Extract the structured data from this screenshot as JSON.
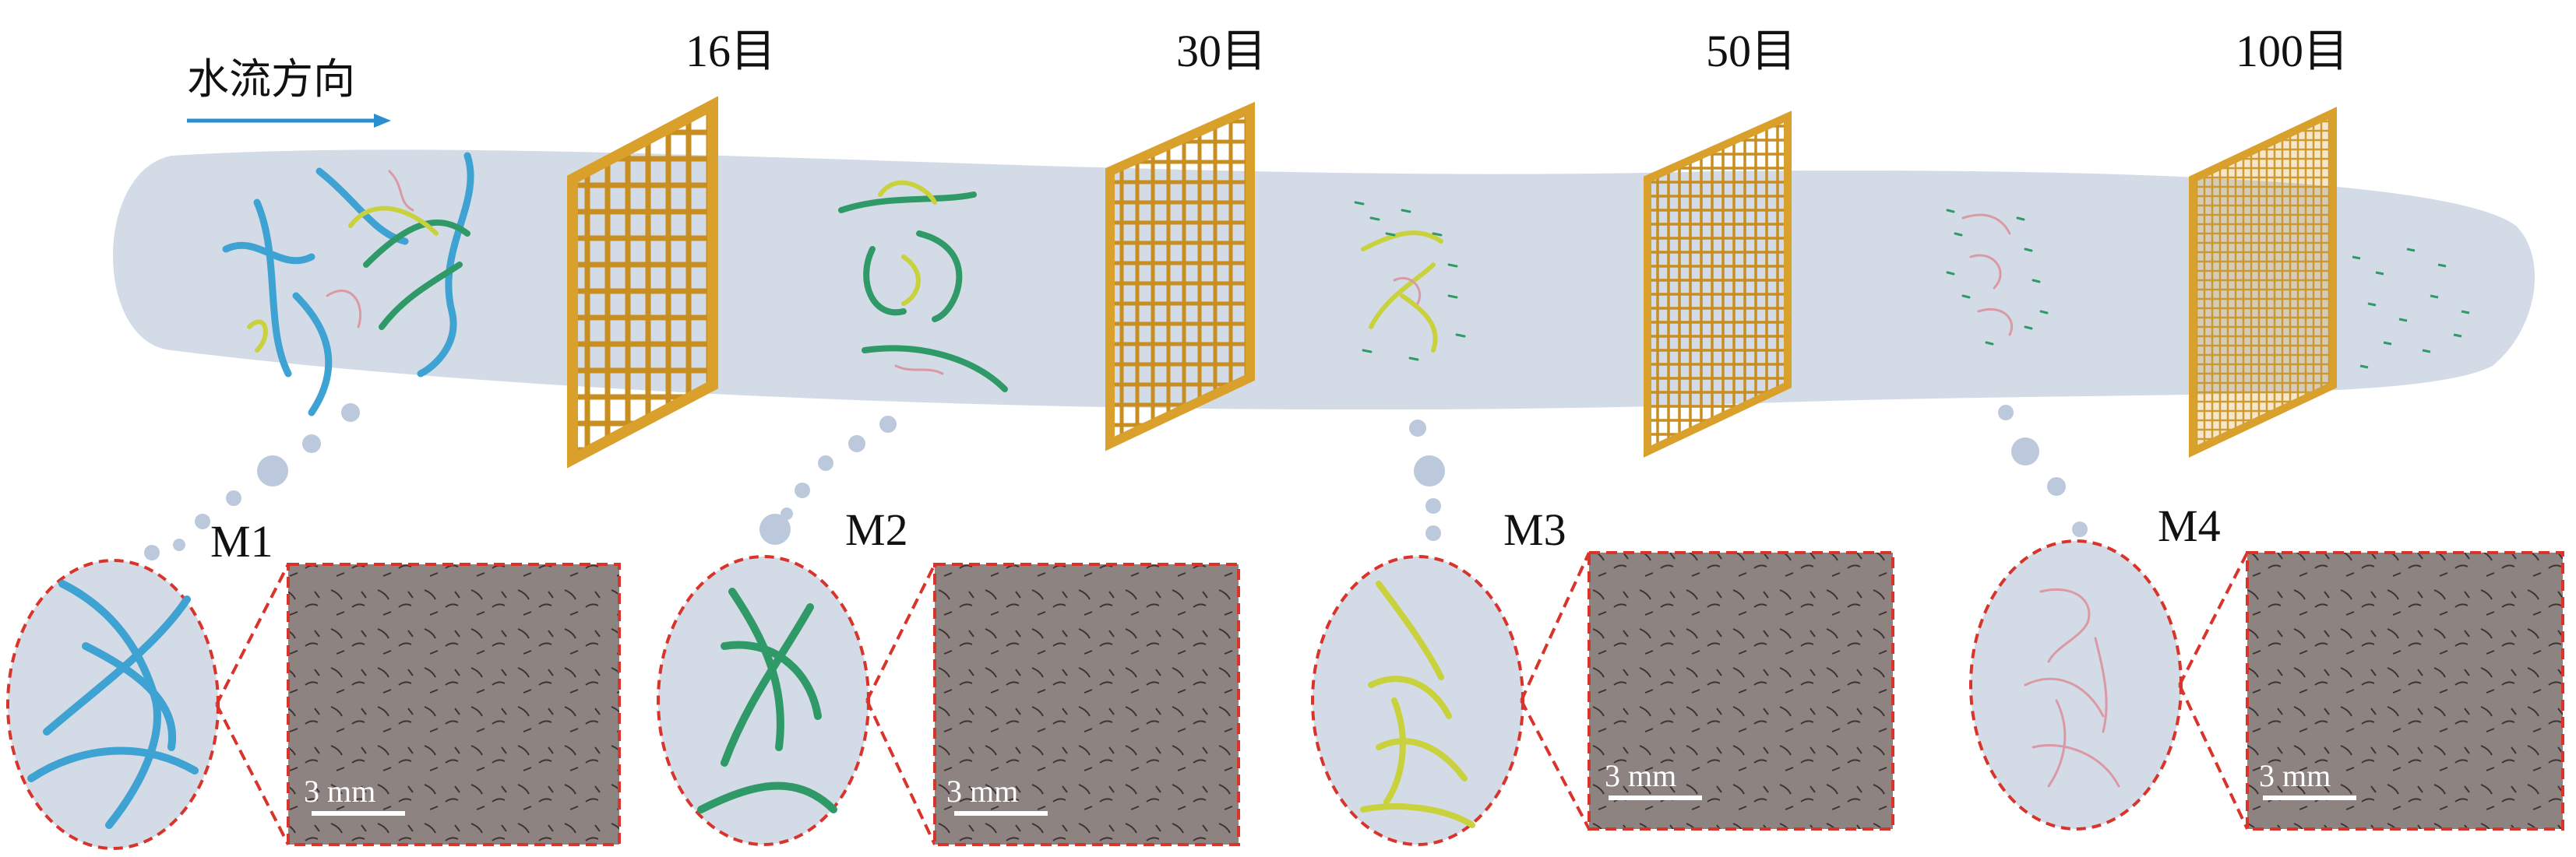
{
  "flow_direction_label": "水流方向",
  "screens": [
    {
      "label": "16目"
    },
    {
      "label": "30目"
    },
    {
      "label": "50目"
    },
    {
      "label": "100目"
    }
  ],
  "samples": [
    {
      "label": "M1",
      "scale_label": "3 mm",
      "fiber_color": "#3ea2d3"
    },
    {
      "label": "M2",
      "scale_label": "3 mm",
      "fiber_color": "#2f9a67"
    },
    {
      "label": "M3",
      "scale_label": "3 mm",
      "fiber_color": "#c9d23d"
    },
    {
      "label": "M4",
      "scale_label": "3 mm",
      "fiber_color": "#d99aa6"
    }
  ],
  "colors": {
    "water": "#d3dbe7",
    "screen_frame": "#d9a02c",
    "arrow": "#2a8fd0",
    "callout_border": "#d9342b",
    "micrograph_bg": "#8d8482"
  },
  "icons": [
    "arrow-right-icon"
  ]
}
